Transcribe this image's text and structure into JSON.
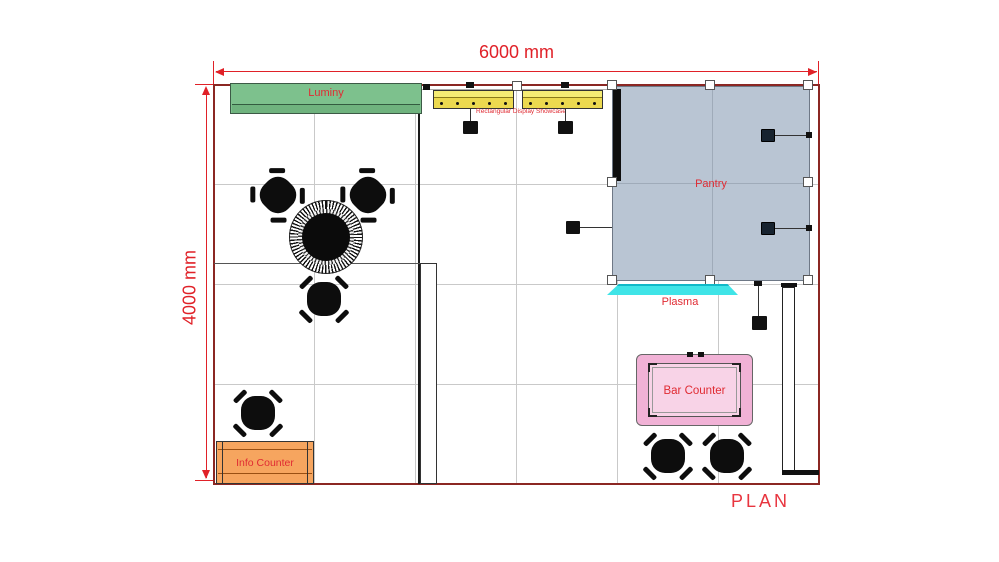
{
  "title": "PLAN",
  "dimensions": {
    "width_label": "6000 mm",
    "height_label": "4000 mm"
  },
  "areas": {
    "luminy": "Luminy",
    "showcase": "Rectangular Display Showcase",
    "pantry": "Pantry",
    "plasma": "Plasma",
    "bar_counter": "Bar Counter",
    "info_counter": "Info Counter"
  },
  "colors": {
    "plan_border": "#8b2723",
    "dimension_red": "#e02128",
    "label_red": "#e02b33",
    "luminy_green": "#7dc18d",
    "luminy_green_dark": "#6fb37e",
    "showcase_yellow": "#f5ec74",
    "showcase_yellow_dark": "#ecd94f",
    "pantry_blue": "#b9c5d3",
    "plasma_cyan": "#3fe4e7",
    "bar_pink": "#f1b2d6",
    "bar_pink_light": "#f8d3e7",
    "info_orange": "#f6a55f",
    "grid_gray": "#c9c9c9",
    "furniture_black": "#0d0d0d"
  }
}
